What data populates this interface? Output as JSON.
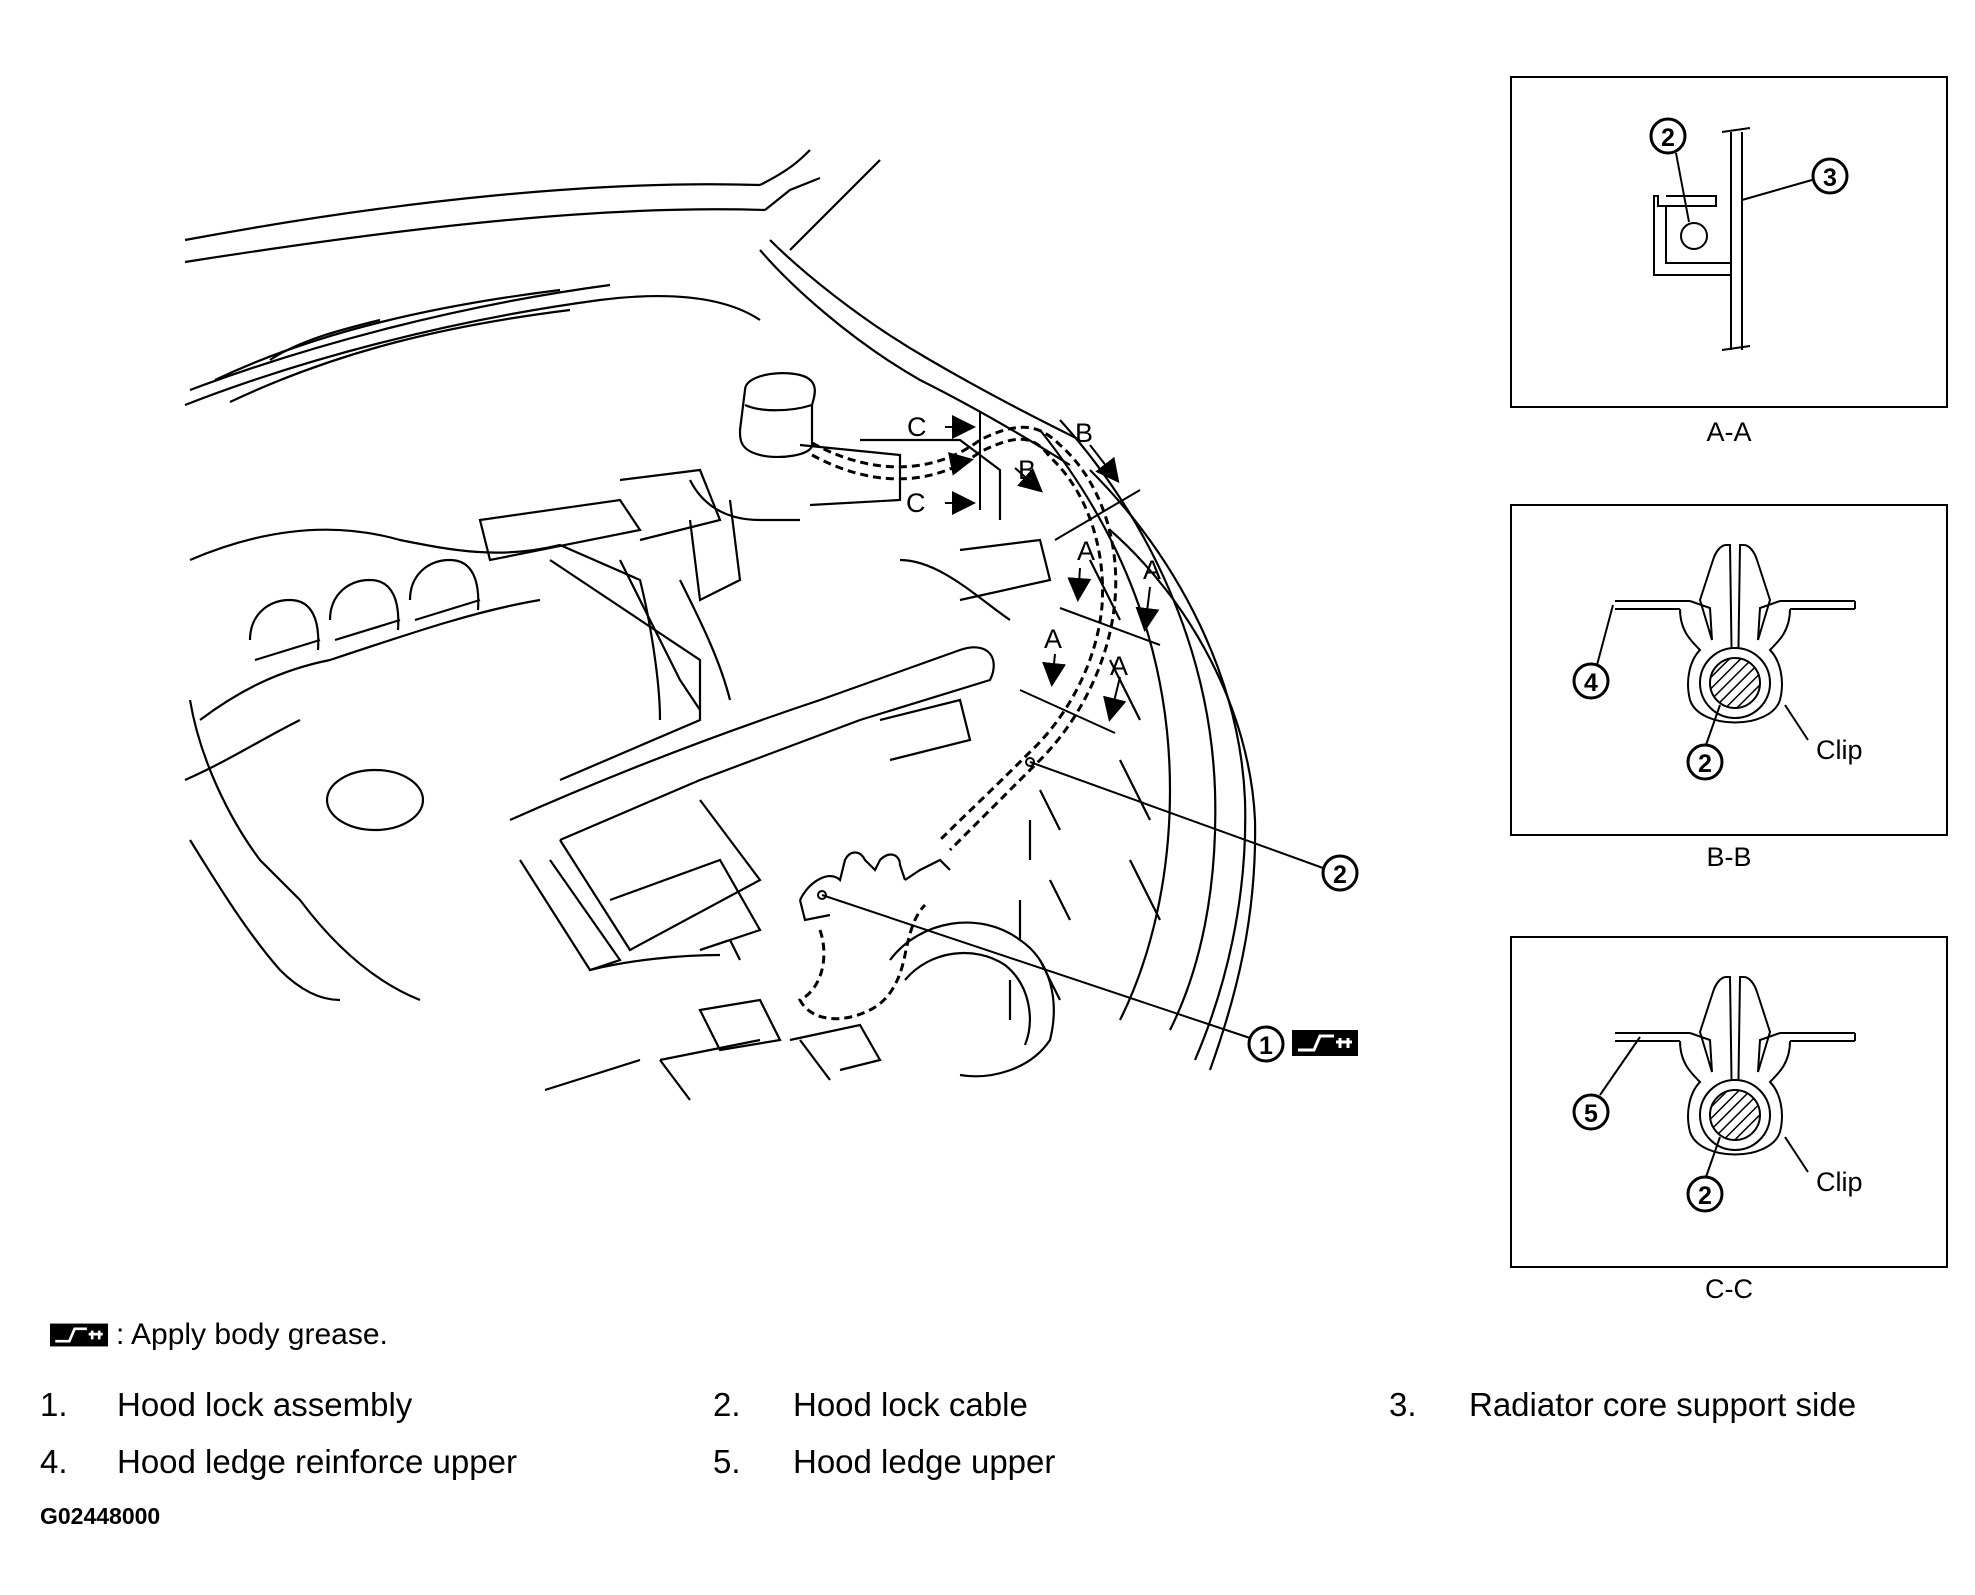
{
  "callouts": [
    "1",
    "2",
    "3",
    "4",
    "5"
  ],
  "section_marks": {
    "a": "A",
    "b": "B",
    "c": "C"
  },
  "sections": [
    {
      "caption": "A-A"
    },
    {
      "caption": "B-B"
    },
    {
      "caption": "C-C"
    }
  ],
  "clip_label": "Clip",
  "grease_note": ": Apply body grease.",
  "grease_icon": "body-grease-icon",
  "legend": [
    {
      "num": "1.",
      "text": "Hood lock assembly"
    },
    {
      "num": "2.",
      "text": "Hood lock cable"
    },
    {
      "num": "3.",
      "text": "Radiator core support side"
    },
    {
      "num": "4.",
      "text": "Hood ledge reinforce upper"
    },
    {
      "num": "5.",
      "text": "Hood ledge upper"
    }
  ],
  "figure_code": "G02448000"
}
